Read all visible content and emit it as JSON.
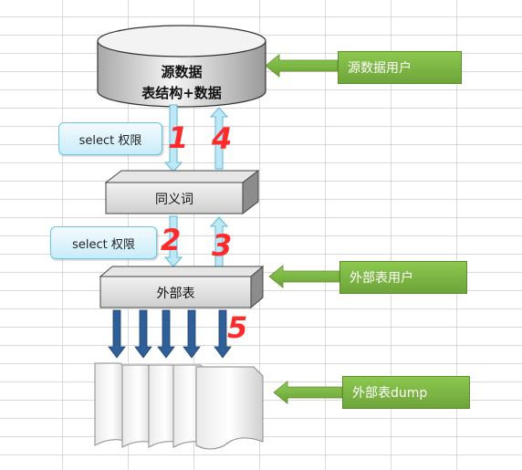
{
  "source_db": {
    "line1": "源数据",
    "line2": "表结构+数据"
  },
  "synonym": {
    "label": "同义词"
  },
  "external_table": {
    "label": "外部表"
  },
  "callouts": [
    "select 权限",
    "select 权限"
  ],
  "side_labels": {
    "source_user": "源数据用户",
    "external_user": "外部表用户",
    "external_dump": "外部表dump"
  },
  "step_numbers": [
    "1",
    "4",
    "2",
    "3",
    "5"
  ],
  "colors": {
    "green": "#7ab648",
    "light_blue": "#a9def2",
    "dark_blue": "#2e5f99",
    "red": "#ff2b2b"
  }
}
